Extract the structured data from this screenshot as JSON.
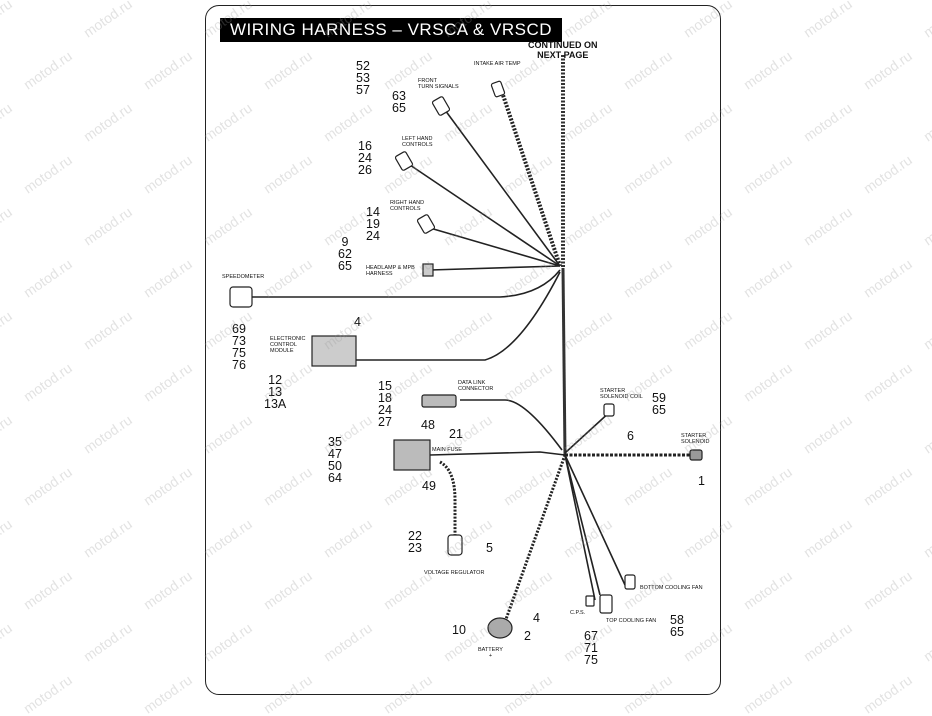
{
  "title": "WIRING HARNESS – VRSCA & VRSCD",
  "continued": "CONTINUED ON\nNEXT PAGE",
  "watermark": "motod.ru",
  "components": {
    "intake_air_temp": {
      "label": "INTAKE AIR TEMP",
      "refs": "52\n53\n57"
    },
    "front_turn_signals": {
      "label": "FRONT\nTURN SIGNALS",
      "refs": "63\n65"
    },
    "left_hand_controls": {
      "label": "LEFT HAND\nCONTROLS",
      "refs": "16\n24\n26"
    },
    "right_hand_controls": {
      "label": "RIGHT HAND\nCONTROLS",
      "refs": "14\n19\n24"
    },
    "headlamp_harness": {
      "label": "HEADLAMP & MPB\nHARNESS",
      "refs": "9\n62\n65"
    },
    "speedometer": {
      "label": "SPEEDOMETER",
      "refs": "69\n73\n75\n76"
    },
    "ecm": {
      "label": "ELECTRONIC\nCONTROL\nMODULE",
      "refs": "12\n13\n13A",
      "ref_top": "4"
    },
    "data_link": {
      "label": "DATA LINK\nCONNECTOR",
      "refs": "15\n18\n24\n27",
      "ref_a": "48",
      "ref_b": "21"
    },
    "starter_solenoid_coil": {
      "label": "STARTER\nSOLENOID COIL",
      "refs": "59\n65"
    },
    "starter_solenoid": {
      "label": "STARTER\nSOLENOID",
      "ref_a": "6",
      "ref_b": "1"
    },
    "main_fuse": {
      "label": "MAIN FUSE",
      "refs": "35\n47\n50\n64",
      "ref_a": "49"
    },
    "voltage_regulator": {
      "label": "VOLTAGE REGULATOR",
      "refs": "22\n23",
      "ref_a": "5"
    },
    "battery": {
      "label": "BATTERY\n+",
      "ref_a": "10",
      "ref_b": "4",
      "ref_c": "2"
    },
    "bottom_cooling_fan": {
      "label": "BOTTOM COOLING FAN"
    },
    "top_cooling_fan": {
      "label": "TOP COOLING FAN",
      "refs": "58\n65"
    },
    "cps": {
      "label": "C.P.S.",
      "refs": "67\n71\n75"
    }
  }
}
